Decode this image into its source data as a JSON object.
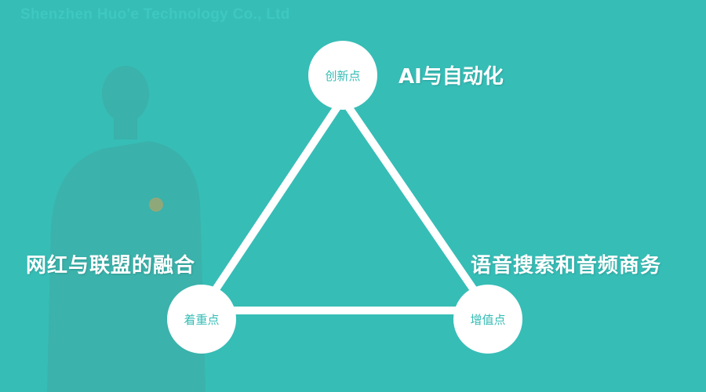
{
  "header": {
    "company_name": "Shenzhen Huo'e Technology Co., Ltd"
  },
  "diagram": {
    "nodes": {
      "top": {
        "label": "创新点",
        "caption": "AI与自动化"
      },
      "left": {
        "label": "着重点",
        "caption": "网红与联盟的融合"
      },
      "right": {
        "label": "增值点",
        "caption": "语音搜索和音频商务"
      }
    }
  },
  "colors": {
    "background": "#36bdb6",
    "node_fill": "#ffffff",
    "node_text": "#36bdb6",
    "caption_text": "#ffffff",
    "edge": "#ffffff"
  }
}
